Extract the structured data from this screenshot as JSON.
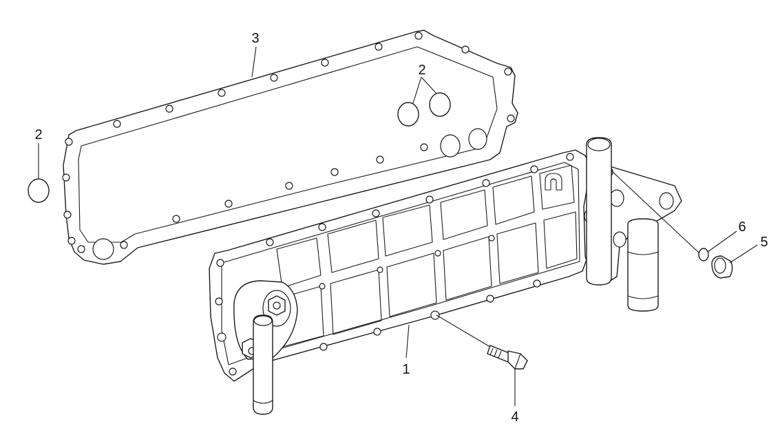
{
  "callouts": {
    "c1": "1",
    "c2_left": "2",
    "c2_top": "2",
    "c3": "3",
    "c4": "4",
    "c5": "5",
    "c6": "6"
  }
}
